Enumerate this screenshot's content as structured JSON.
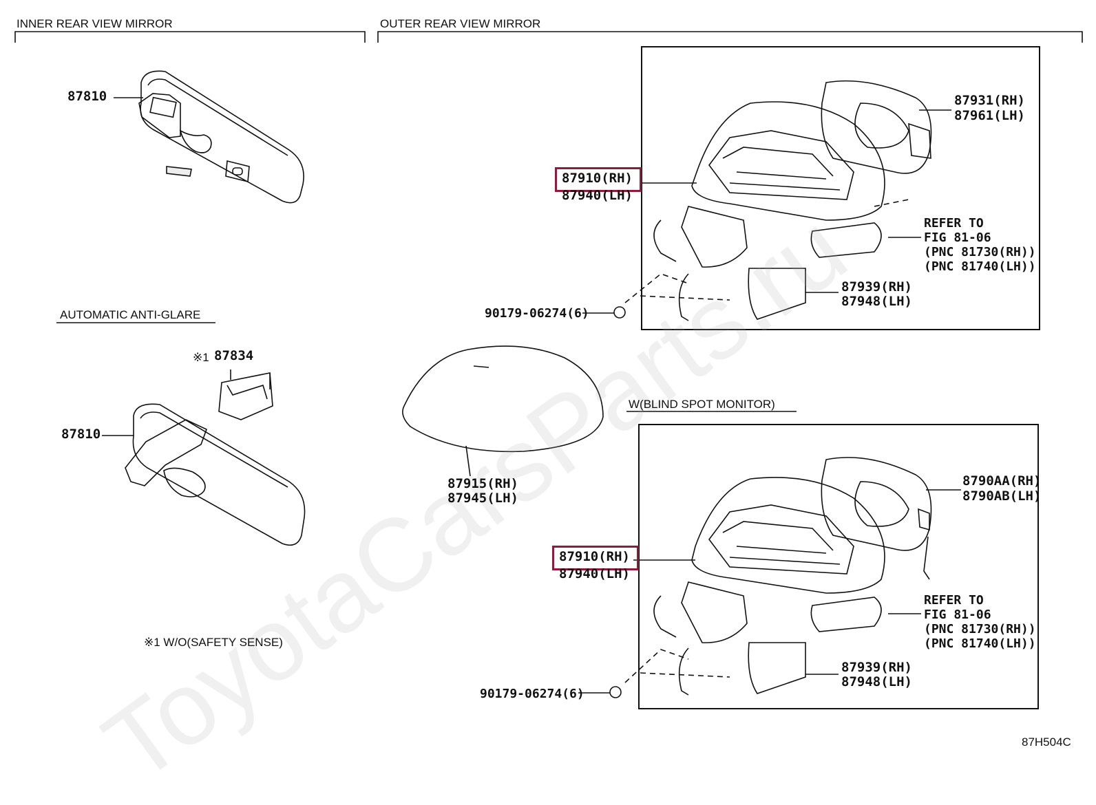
{
  "sections": {
    "inner": "INNER REAR VIEW MIRROR",
    "outer": "OUTER REAR VIEW MIRROR",
    "anti_glare": "AUTOMATIC ANTI-GLARE",
    "blind_spot": "W(BLIND SPOT MONITOR)"
  },
  "labels": {
    "inner_mirror_top": "87810",
    "inner_mirror_bottom": "87810",
    "cover_part_mark": "※1",
    "cover_part": "87834",
    "footnote": "※1 W/O(SAFETY SENSE)",
    "cap_rh": "87915(RH)",
    "cap_lh": "87945(LH)",
    "diagram_code": "87H504C"
  },
  "top_box": {
    "assy_rh": "87910(RH)",
    "assy_lh": "87940(LH)",
    "glass_rh": "87931(RH)",
    "glass_lh": "87961(LH)",
    "refer_lines": [
      "REFER TO",
      "FIG 81-06",
      "(PNC 81730(RH))",
      "(PNC 81740(LH))"
    ],
    "cover_rh": "87939(RH)",
    "cover_lh": "87948(LH)",
    "screw": "90179-06274(6)"
  },
  "bottom_box": {
    "assy_rh": "87910(RH)",
    "assy_lh": "87940(LH)",
    "glass_rh": "8790AA(RH)",
    "glass_lh": "8790AB(LH)",
    "refer_lines": [
      "REFER TO",
      "FIG 81-06",
      "(PNC 81730(RH))",
      "(PNC 81740(LH))"
    ],
    "cover_rh": "87939(RH)",
    "cover_lh": "87948(LH)",
    "screw": "90179-06274(6)"
  },
  "watermark": "ToyotaCarsParts.ru",
  "colors": {
    "highlight": "#8e1b3b",
    "line": "#111111"
  }
}
